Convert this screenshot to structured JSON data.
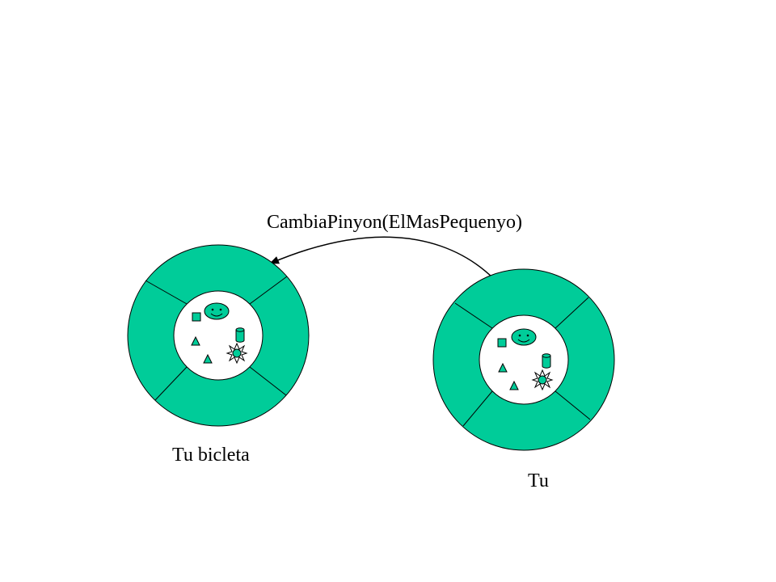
{
  "message": {
    "label": "CambiaPinyon(ElMasPequenyo)"
  },
  "objects": {
    "bicycle": {
      "label": "Tu bicleta"
    },
    "you": {
      "label": "Tu"
    }
  },
  "colors": {
    "object_fill": "#00CC99",
    "core_fill": "#FFFFFF",
    "stroke": "#000000",
    "background": "#FFFFFF"
  },
  "icons": [
    "square-icon",
    "smiley-icon",
    "cylinder-icon",
    "triangle-icon",
    "triangle-icon",
    "starburst-icon"
  ]
}
